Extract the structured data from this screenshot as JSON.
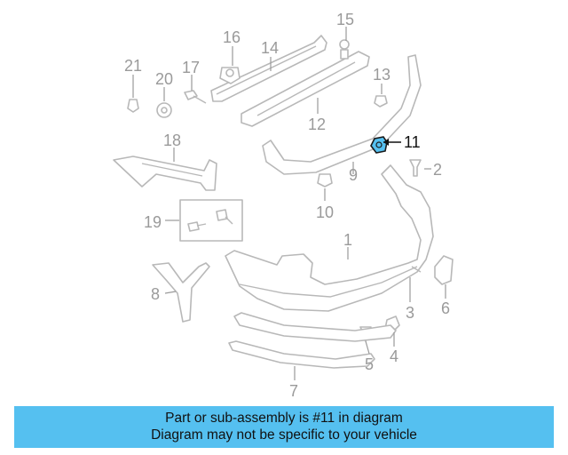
{
  "diagram": {
    "highlight_color": "#55c0f0",
    "callouts": [
      "1",
      "2",
      "3",
      "4",
      "5",
      "6",
      "7",
      "8",
      "9",
      "10",
      "11",
      "12",
      "13",
      "14",
      "15",
      "16",
      "17",
      "18",
      "19",
      "20",
      "21"
    ],
    "highlighted": "11"
  },
  "banner": {
    "line1": "Part or sub-assembly is #11 in diagram",
    "line2": "Diagram may not be specific to your vehicle",
    "background": "#55c0f0"
  }
}
